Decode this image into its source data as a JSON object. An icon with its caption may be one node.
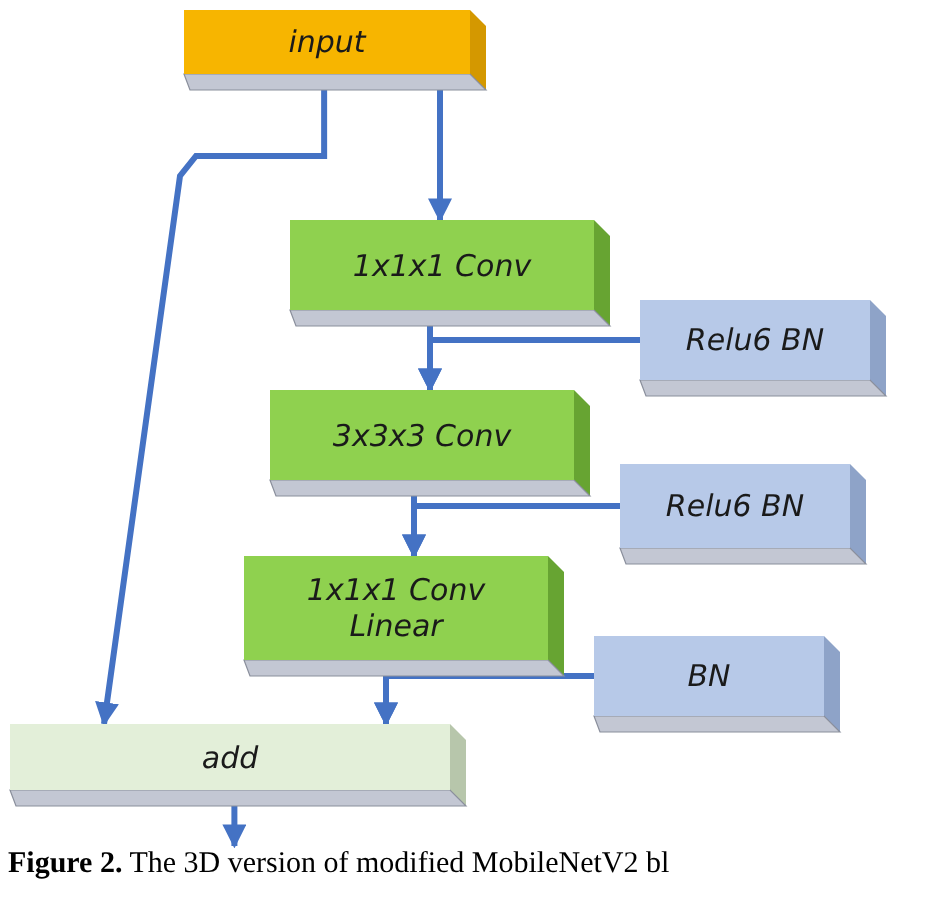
{
  "diagram": {
    "caption": "**Figure 2.** The 3D version of modified MobileNetV2 bl",
    "nodes": [
      {
        "text": [
          "input"
        ]
      },
      {
        "text": [
          "1x1x1 Conv"
        ]
      },
      {
        "text": [
          "Relu6 BN"
        ]
      },
      {
        "text": [
          "3x3x3 Conv"
        ]
      },
      {
        "text": [
          "Relu6 BN"
        ]
      },
      {
        "text": [
          "1x1x1 Conv Linear"
        ]
      },
      {
        "text": [
          "BN"
        ]
      },
      {
        "text": [
          "add"
        ]
      }
    ],
    "edges": [
      {
        "from": 0,
        "to": 1,
        "arrow": "to"
      },
      {
        "from": 0,
        "to": 7,
        "arrow": "to"
      },
      {
        "from": 1,
        "to": 3,
        "arrow": "to"
      },
      {
        "from": 2,
        "to": 3,
        "arrow": "to"
      },
      {
        "from": 3,
        "to": 5,
        "arrow": "to"
      },
      {
        "from": 4,
        "to": 5,
        "arrow": "to"
      },
      {
        "from": 5,
        "to": 7,
        "arrow": "to"
      },
      {
        "from": 6,
        "to": 7,
        "arrow": "to"
      },
      {
        "from": 7,
        "to": null,
        "arrow": "to"
      }
    ]
  }
}
